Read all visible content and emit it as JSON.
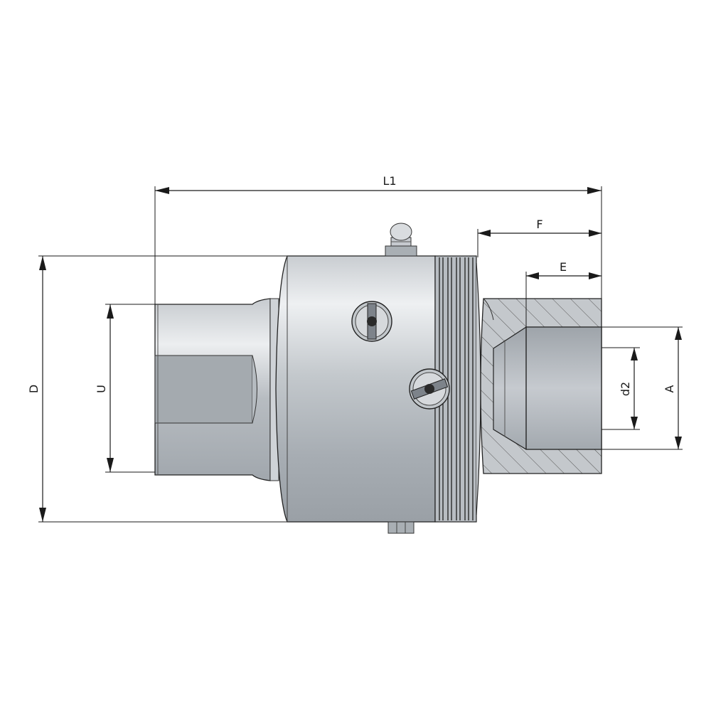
{
  "dimensions": {
    "L1": "L1",
    "F": "F",
    "E": "E",
    "D": "D",
    "U": "U",
    "d2": "d2",
    "A": "A"
  },
  "colors": {
    "body_light": "#e4e6e8",
    "body_mid": "#b9bec3",
    "body_dark": "#8d9399",
    "line": "#1a1a1a"
  }
}
